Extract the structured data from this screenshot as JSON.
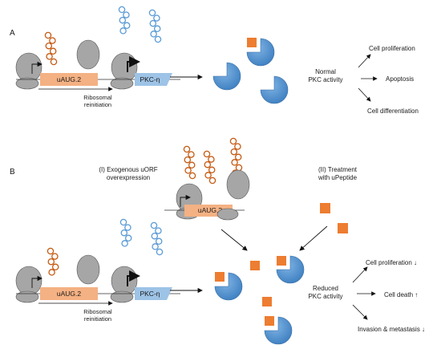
{
  "panels": {
    "a": {
      "label": "A",
      "uorf_label": "uAUG.2",
      "gene_label": "PKC-η",
      "reinit_line1": "Ribosomal",
      "reinit_line2": "reinitiation",
      "activity_line1": "Normal",
      "activity_line2": "PKC activity",
      "outcomes": [
        "Cell proliferation",
        "Apoptosis",
        "Cell differentiation"
      ]
    },
    "b": {
      "label": "B",
      "exog_line1": "(I) Exogenous uORF",
      "exog_line2": "overexpression",
      "treat_line1": "(II) Treatment",
      "treat_line2": "with uPeptide",
      "uorf_label": "uAUG.2",
      "exog_uorf_label": "uAUG.2",
      "gene_label": "PKC-η",
      "reinit_line1": "Ribosomal",
      "reinit_line2": "reinitiation",
      "activity_line1": "Reduced",
      "activity_line2": "PKC activity",
      "outcomes": [
        "Cell proliferation ↓",
        "Cell death ↑",
        "Invasion & metastasis ↓"
      ]
    }
  },
  "colors": {
    "ribosome": "#a6a6a6",
    "uorf_box": "#f4b183",
    "uorf_chain": "#c55a11",
    "pkc_box": "#9dc3e6",
    "pkc_chain": "#5b9bd5",
    "pkc_protein": "#5b9bd5",
    "upeptide": "#ed7d31"
  }
}
